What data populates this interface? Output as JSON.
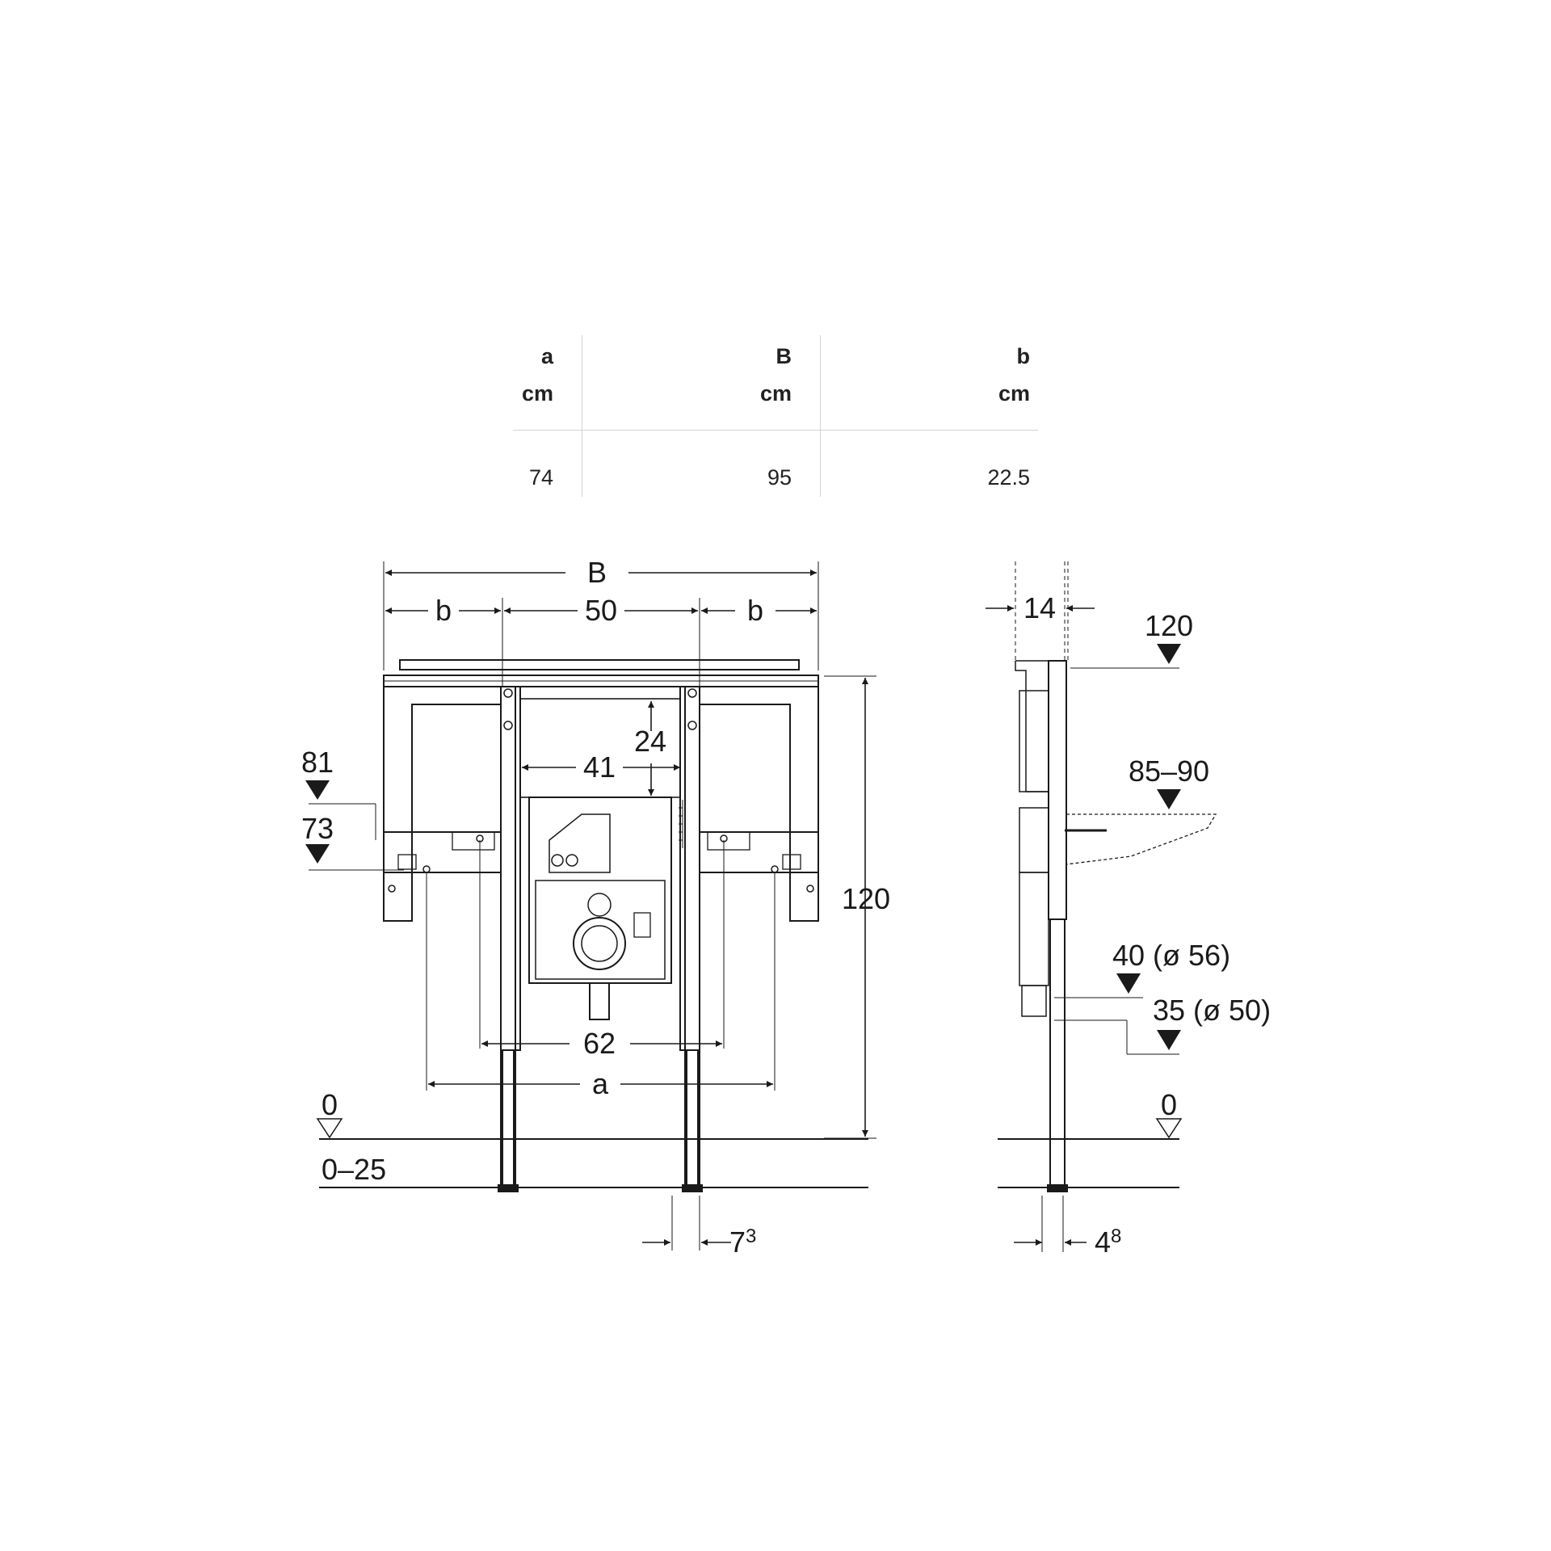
{
  "table": {
    "columns": [
      {
        "symbol": "a",
        "unit": "cm",
        "value": "74"
      },
      {
        "symbol": "B",
        "unit": "cm",
        "value": "95"
      },
      {
        "symbol": "b",
        "unit": "cm",
        "value": "22.5"
      }
    ]
  },
  "front_view": {
    "width_B": "B",
    "side_b_left": "b",
    "center_50": "50",
    "side_b_right": "b",
    "opening_24": "24",
    "opening_41": "41",
    "bracket_62": "62",
    "bracket_a": "a",
    "height_120": "120",
    "level_81": "81",
    "level_73": "73",
    "floor_0": "0",
    "floor_range": "0–25",
    "leg_width_base": "7",
    "leg_width_exp": "3"
  },
  "side_view": {
    "depth_14": "14",
    "level_120": "120",
    "level_85_90": "85–90",
    "level_40": "40 (ø 56)",
    "level_35": "35 (ø 50)",
    "floor_0": "0",
    "leg_depth_base": "4",
    "leg_depth_exp": "8"
  }
}
